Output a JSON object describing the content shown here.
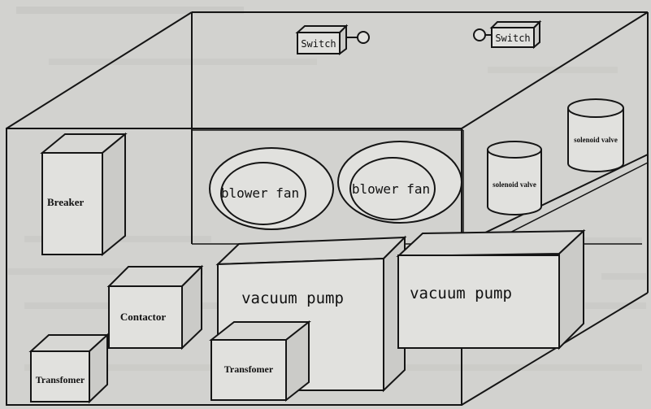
{
  "labels": {
    "switch_left": "Switch",
    "switch_right": "Switch",
    "blower_fan_left": "blower fan",
    "blower_fan_right": "blower fan",
    "solenoid_valve_left": "solenoid valve",
    "solenoid_valve_right": "solenoid valve",
    "breaker": "Breaker",
    "contactor": "Contactor",
    "transformer_left": "Transfomer",
    "transformer_middle": "Transfomer",
    "vacuum_pump_left": "vacuum pump",
    "vacuum_pump_right": "vacuum pump"
  },
  "colors": {
    "paper": "#d2d2cf",
    "ink": "#151515",
    "show_through_text": "#b9b9b6"
  }
}
